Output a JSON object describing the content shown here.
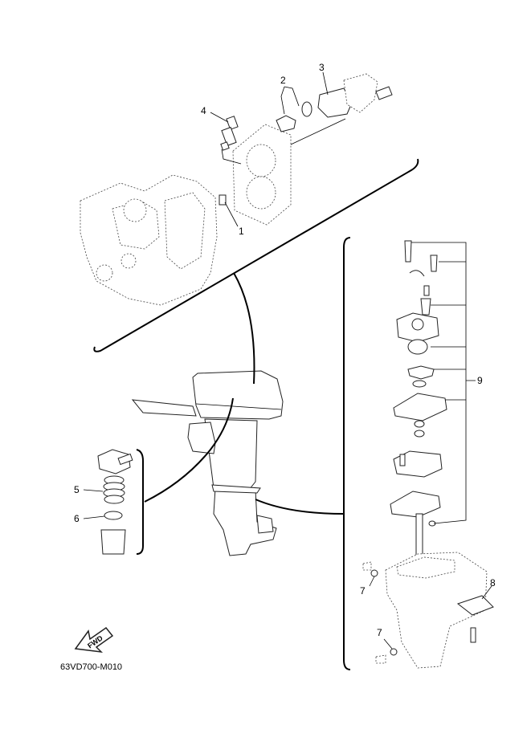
{
  "callouts": {
    "c1": "1",
    "c2": "2",
    "c3": "3",
    "c4": "4",
    "c5": "5",
    "c6": "6",
    "c7a": "7",
    "c7b": "7",
    "c8": "8",
    "c9": "9"
  },
  "diagram_code": "63VD700-M010",
  "fwd_label": "FWD"
}
